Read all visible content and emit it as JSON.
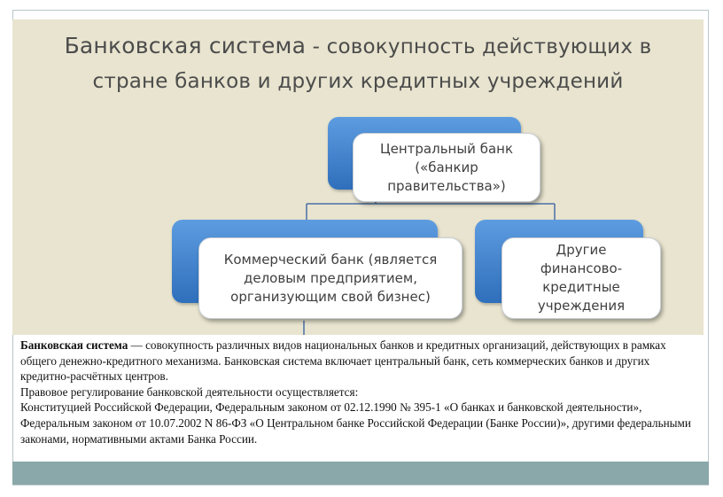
{
  "slide": {
    "title_line1_bold": "Банковская система",
    "title_line1_rest": " - совокупность действующих в",
    "title_line2": "стране банков и других кредитных учреждений"
  },
  "diagram": {
    "nodes": [
      {
        "id": "central",
        "text": "Центральный банк («банкир правительства»)"
      },
      {
        "id": "commercial",
        "text": "Коммерческий банк (является деловым предприятием, организующим свой бизнес)"
      },
      {
        "id": "other",
        "text": "Другие финансово-кредитные учреждения"
      }
    ],
    "edges": [
      {
        "from": "central",
        "to": "commercial"
      },
      {
        "from": "central",
        "to": "other"
      }
    ],
    "central_lines": [
      "Центральный банк",
      "(«банкир",
      "правительства»)"
    ],
    "commercial_lines": [
      "Коммерческий банк (является",
      "деловым предприятием,",
      "организующим свой бизнес)"
    ],
    "other_lines": [
      "Другие",
      "финансово-",
      "кредитные",
      "учреждения"
    ],
    "colors": {
      "blue_box": "#3f7fcc",
      "panel_bg": "#e8e4cf",
      "connector": "#4a6fa5"
    }
  },
  "caption": {
    "term": "Банковская система",
    "definition": " — совокупность различных видов национальных банков и кредитных организаций, действующих в рамках общего денежно-кредитного механизма. Банковская система включает центральный банк, сеть коммерческих банков и других кредитно-расчётных центров.",
    "regulation_intro": "Правовое регулирование банковской деятельности осуществляется:",
    "regulation_text": " Конституцией Российской Федерации, Федеральным законом от 02.12.1990 № 395-1 «О банках и банковской деятельности», Федеральным законом от 10.07.2002 N 86-ФЗ «О Центральном банке Российской Федерации (Банке России)», другими федеральными законами, нормативными актами Банка России."
  },
  "colors": {
    "footer_bar": "#8aa8a9",
    "slide_border": "#b9c6c8"
  }
}
